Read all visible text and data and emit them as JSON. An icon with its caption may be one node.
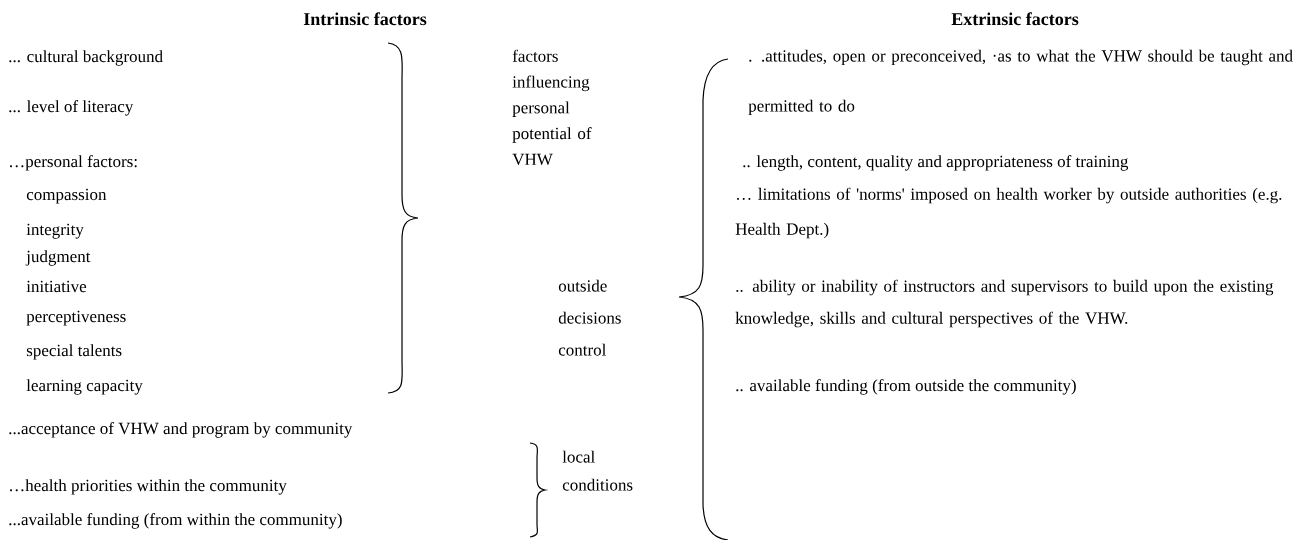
{
  "diagram": {
    "labels": [
      "Intrinsic factors",
      "... cultural background",
      "... level of literacy",
      "…personal factors:",
      "compassion",
      "integrity",
      "judgment",
      "initiative",
      "perceptiveness",
      "special talents",
      "learning capacity",
      "...acceptance of VHW and program by community",
      "…health priorities within the community",
      "...available funding (from within the community)",
      "factors influencing personal potential of VHW",
      "outside decisions control",
      "local conditions",
      "Extrinsic factors",
      ". .attitudes, open or preconceived, ·as to what the VHW should be taught and permitted to do",
      ".. length, content, quality and appropriateness of training",
      "… limitations of 'norms' imposed on health worker by outside authorities (e.g. Health Dept.)",
      ".. ability or inability of instructors and supervisors to build upon the existing knowledge, skills and cultural perspectives of the VHW.",
      ".. available funding (from outside the community)"
    ]
  }
}
